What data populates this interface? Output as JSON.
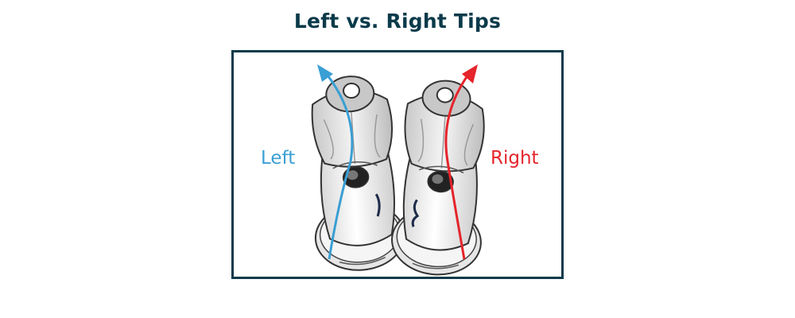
{
  "title": "Left vs. Right Tips",
  "labels": {
    "left": "Left",
    "right": "Right"
  },
  "colors": {
    "title": "#0b3a4a",
    "frame": "#0b3a4a",
    "left_arrow": "#3a9fd4",
    "right_arrow": "#e5242b"
  },
  "icons": {
    "left": "left-tip-shoe-icon",
    "right": "right-tip-shoe-icon"
  }
}
